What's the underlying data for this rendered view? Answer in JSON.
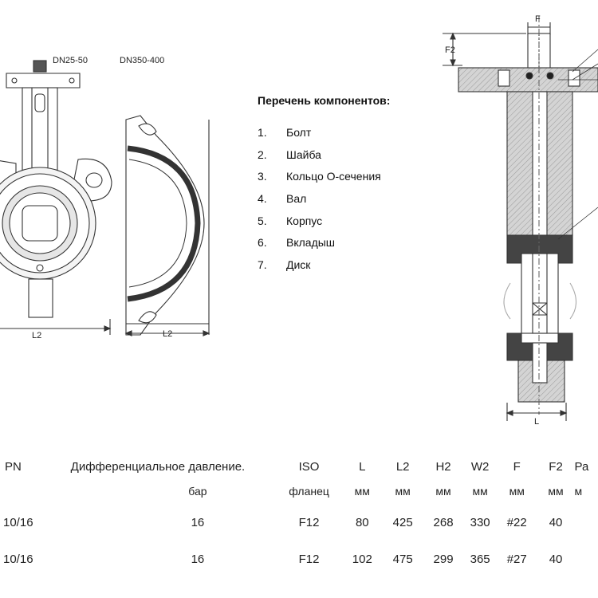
{
  "diagram": {
    "labels": {
      "dn_small": "DN25-50",
      "dn_large": "DN350-400",
      "l2_left": "L2",
      "l2_right": "L2",
      "f_top": "F",
      "f2_side": "F2",
      "l_bottom": "L"
    }
  },
  "components": {
    "title": "Перечень компонентов:",
    "items": [
      {
        "num": "1.",
        "name": "Болт"
      },
      {
        "num": "2.",
        "name": "Шайба"
      },
      {
        "num": "3.",
        "name": "Кольцо О-сечения"
      },
      {
        "num": "4.",
        "name": "Вал"
      },
      {
        "num": "5.",
        "name": "Корпус"
      },
      {
        "num": "6.",
        "name": "Вкладыш"
      },
      {
        "num": "7.",
        "name": "Диск"
      }
    ]
  },
  "table": {
    "headers": {
      "pn": "PN",
      "dp": "Дифференциальное давление.",
      "iso": "ISO",
      "l": "L",
      "l2": "L2",
      "h2": "H2",
      "w2": "W2",
      "f": "F",
      "f2": "F2",
      "extra": "Ра"
    },
    "subheaders": {
      "dp": "бар",
      "iso": "фланец",
      "l": "мм",
      "l2": "мм",
      "h2": "мм",
      "w2": "мм",
      "f": "мм",
      "f2": "мм",
      "extra": "м"
    },
    "rows": [
      {
        "pn": "10/16",
        "dp": "16",
        "iso": "F12",
        "l": "80",
        "l2": "425",
        "h2": "268",
        "w2": "330",
        "f": "#22",
        "f2": "40"
      },
      {
        "pn": "10/16",
        "dp": "16",
        "iso": "F12",
        "l": "102",
        "l2": "475",
        "h2": "299",
        "w2": "365",
        "f": "#27",
        "f2": "40"
      }
    ]
  }
}
